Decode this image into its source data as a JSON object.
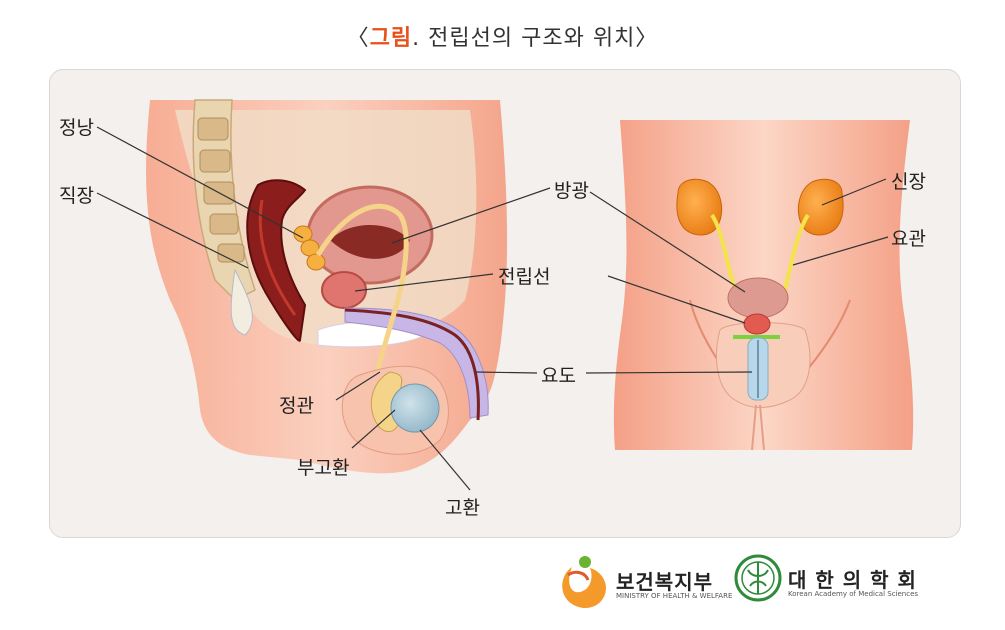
{
  "title": {
    "open": "〈",
    "accent": "그림",
    "rest": ". 전립선의 구조와 위치〉"
  },
  "labels": {
    "jeongnang": "정낭",
    "jikjang": "직장",
    "banggwang": "방광",
    "jeonripseon": "전립선",
    "yodo": "요도",
    "jeonggwan": "정관",
    "bugohwan": "부고환",
    "gohwan": "고환",
    "sinjang": "신장",
    "yogwan": "요관"
  },
  "logos": {
    "ministry": {
      "name": "보건복지부",
      "sub": "MINISTRY OF HEALTH & WELFARE"
    },
    "academy": {
      "name": "대 한 의 학 회",
      "sub": "Korean Academy of Medical Sciences"
    }
  },
  "colors": {
    "accent": "#e8501a",
    "skin": "#f7b8a2",
    "skin_dark": "#ef9276",
    "kidney": "#f08a1e",
    "bladder": "#e0908a",
    "urethra": "#c7b6e6",
    "testis": "#a9c8d6",
    "duct": "#f5d48a"
  }
}
